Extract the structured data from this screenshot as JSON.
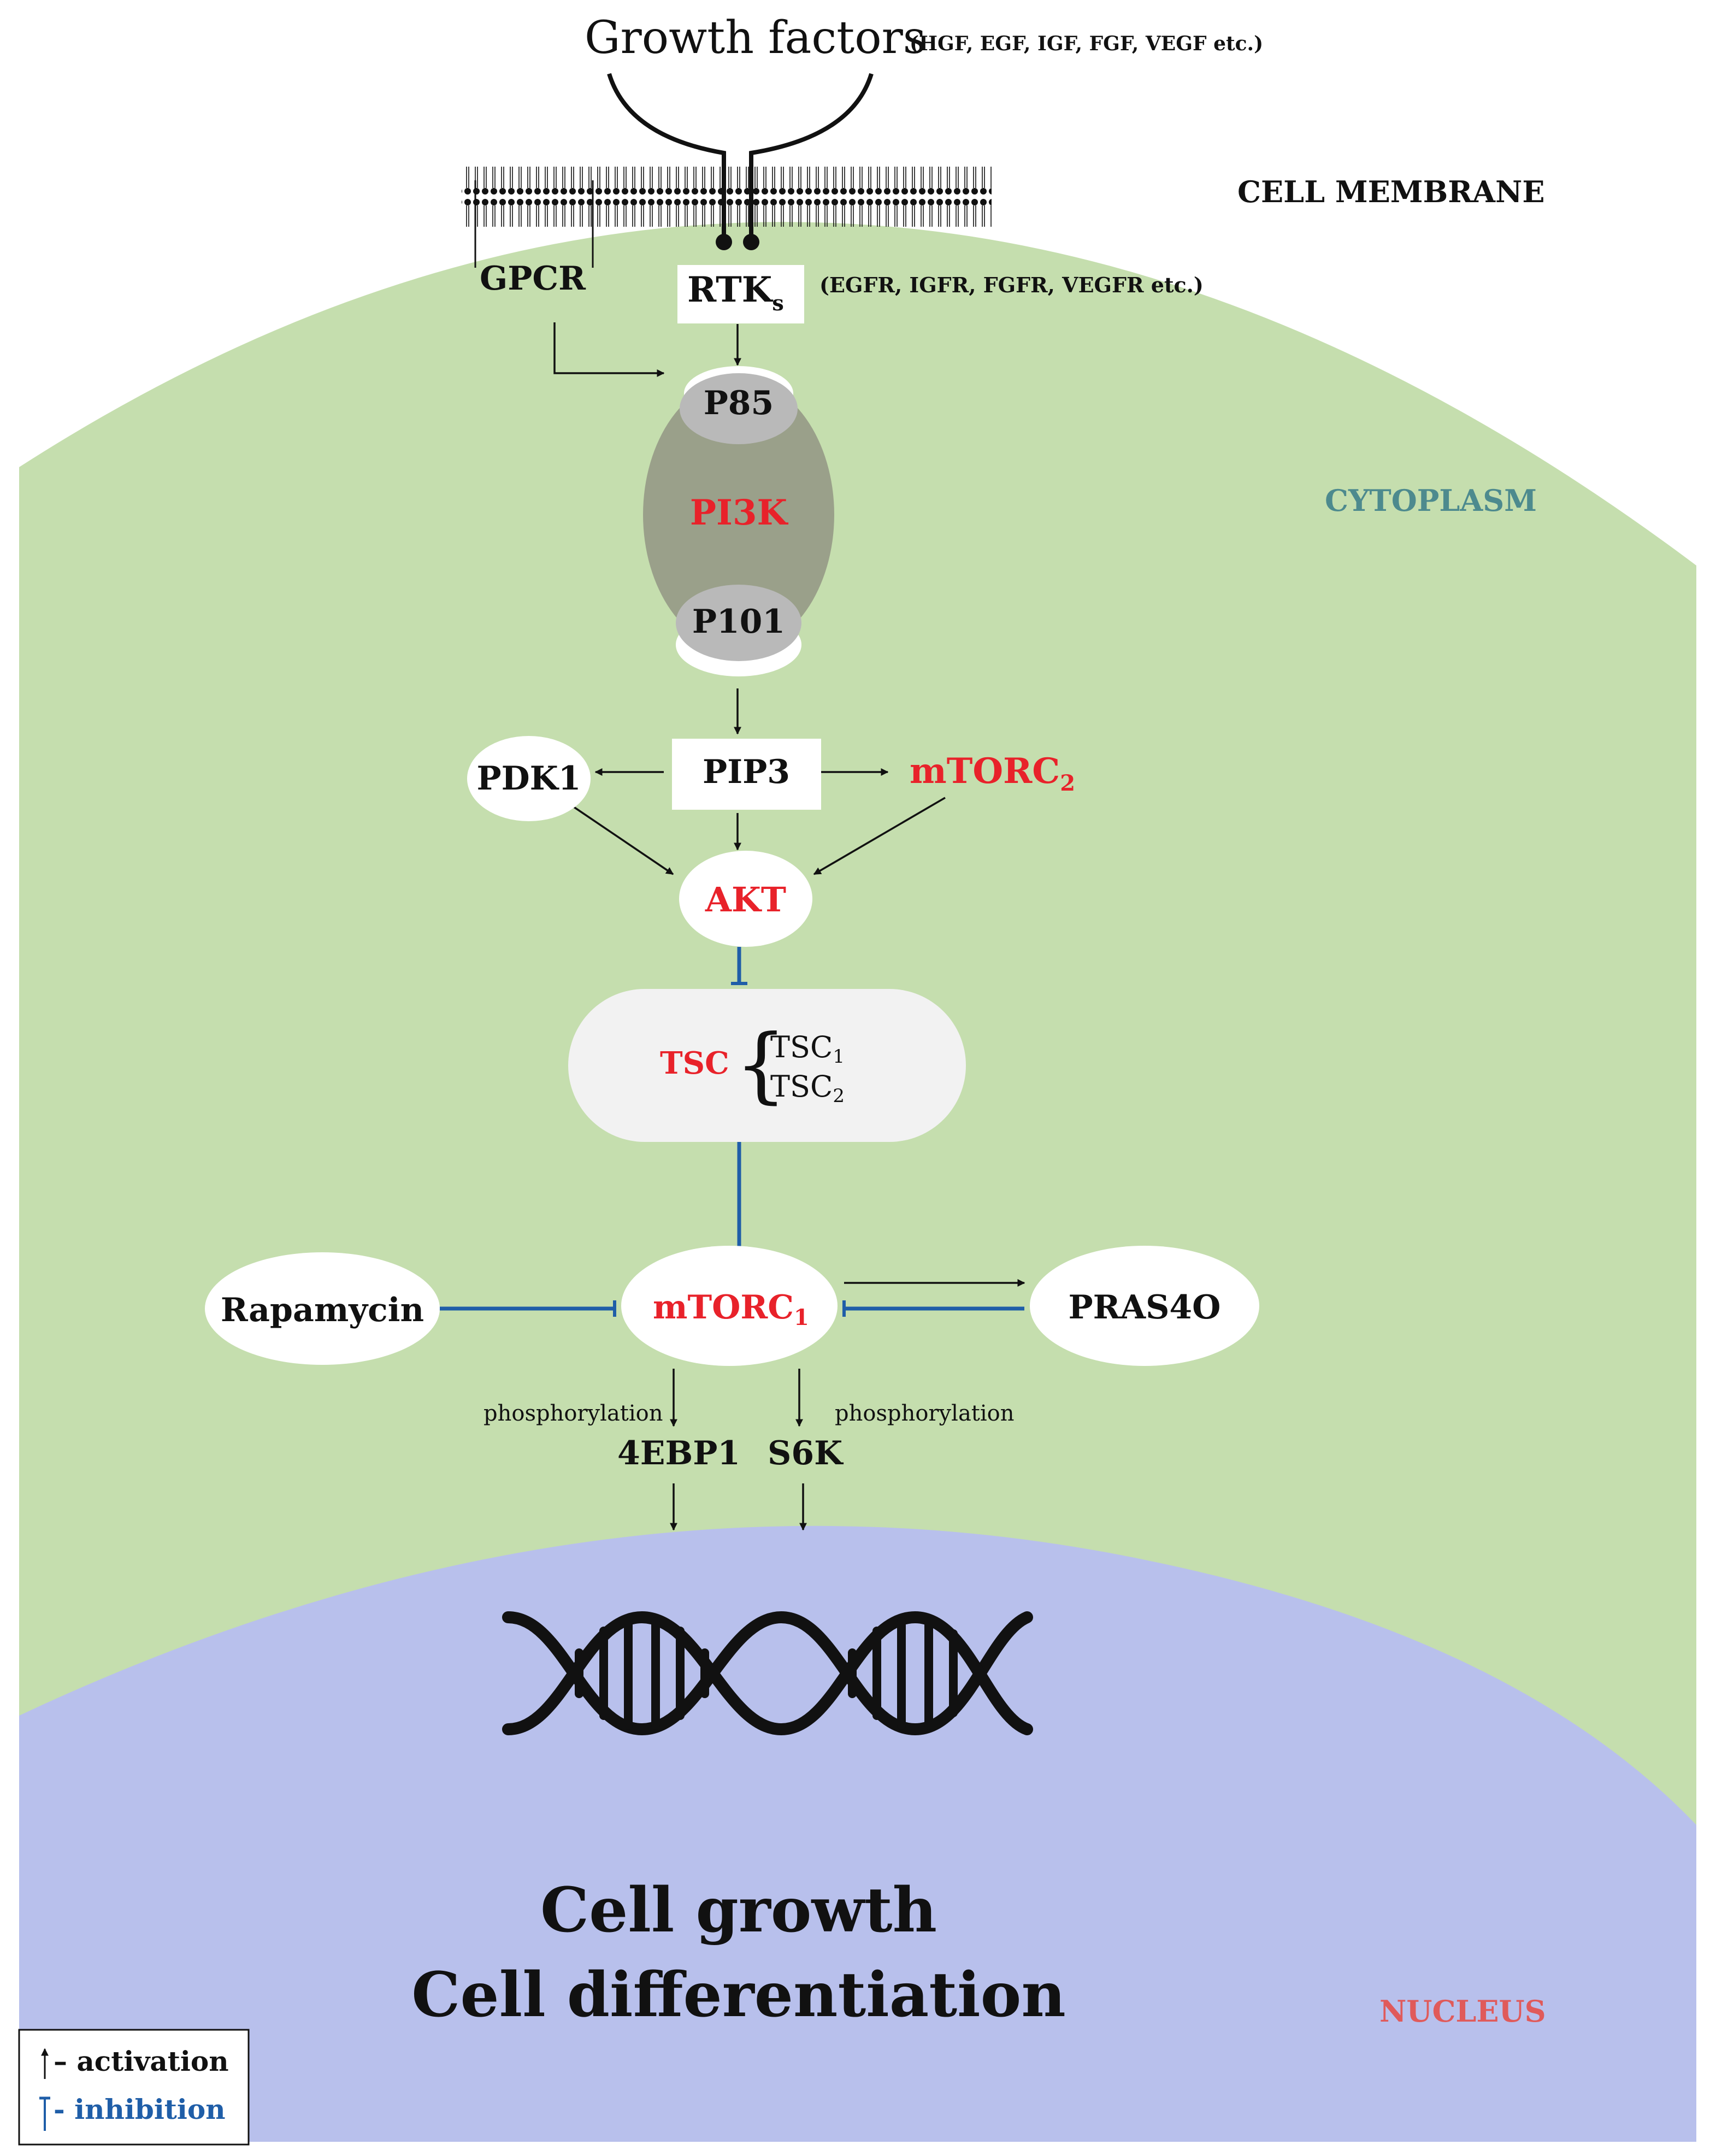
{
  "header": {
    "growth_factors": "Growth factors",
    "growth_factor_examples": "(HGF, EGF, IGF, FGF, VEGF etc.)"
  },
  "regions": {
    "cell_membrane": "CELL MEMBRANE",
    "cytoplasm": "CYTOPLASM",
    "nucleus": "NUCLEUS"
  },
  "nodes": {
    "gpcr": "GPCR",
    "rtk_main": "RTK",
    "rtk_sub": "s",
    "rtk_examples": "(EGFR, IGFR, FGFR, VEGFR etc.)",
    "p85": "P85",
    "pi3k": "PI3K",
    "p101": "P101",
    "pdk1": "PDK1",
    "pip3": "PIP3",
    "mtorc2_main": "mTORC",
    "mtorc2_sub": "2",
    "akt": "AKT",
    "tsc": "TSC",
    "tsc1_main": "TSC",
    "tsc1_sub": "1",
    "tsc2_main": "TSC",
    "tsc2_sub": "2",
    "rapamycin": "Rapamycin",
    "mtorc1_main": "mTORC",
    "mtorc1_sub": "1",
    "pras40": "PRAS4O",
    "fourebp1": "4EBP1",
    "s6k": "S6K",
    "phosphorylation_left": "phosphorylation",
    "phosphorylation_right": "phosphorylation"
  },
  "outcome": {
    "line1": "Cell growth",
    "line2": "Cell differentiation"
  },
  "legend": {
    "activation": "– activation",
    "inhibition": "- inhibition"
  },
  "colors": {
    "cytoplasm": "#c5deae",
    "nucleus": "#b8c0ec",
    "highlight_red": "#e8222a",
    "inhibition_blue": "#1f5ea8",
    "cytoplasm_label": "#4d8a8e",
    "nucleus_label": "#e05a5a",
    "pi3k_body": "#9aa08a",
    "subunit_gray": "#b9b9b9",
    "tsc_box": "#f2f2f2"
  }
}
